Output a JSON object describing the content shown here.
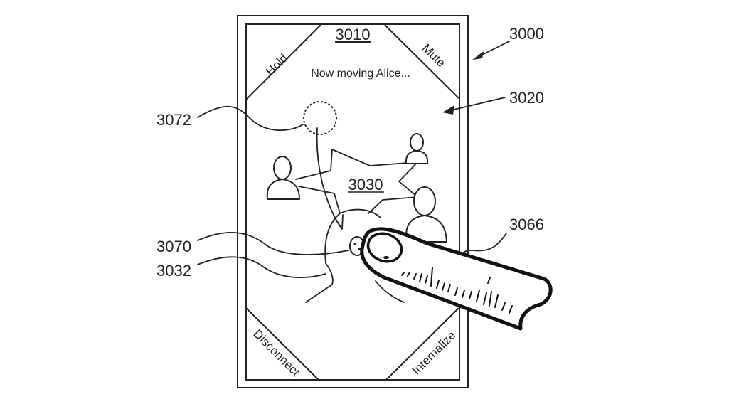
{
  "diagram": {
    "device_ref": "3000",
    "screen_ref": "3020",
    "title_ref": "3010",
    "conference_ref": "3030",
    "status_text": "Now moving Alice...",
    "buttons": {
      "top_left": "Hold",
      "top_right": "Mute",
      "bottom_left": "Disconnect",
      "bottom_right": "Internalize"
    },
    "callouts": {
      "target_drop": "3072",
      "moving_avatar": "3070",
      "participant": "3032",
      "finger": "3066"
    },
    "colors": {
      "line": "#222222",
      "background": "#ffffff"
    }
  }
}
